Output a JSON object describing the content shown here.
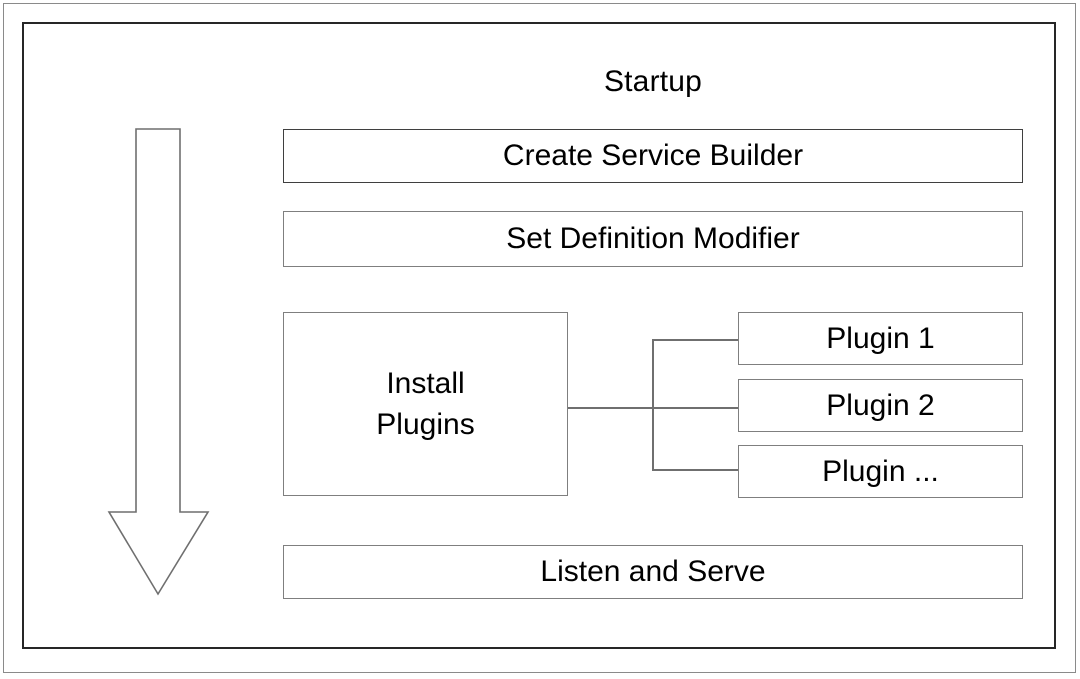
{
  "diagram": {
    "title": "Startup",
    "type": "flow-diagram",
    "colors": {
      "background": "#ffffff",
      "outer_frame_border": "#8a8a8a",
      "panel_border": "#262626",
      "box_border": "#7f7f7f",
      "connector": "#6f6f6f",
      "text": "#000000"
    },
    "steps": [
      {
        "id": "create-service-builder",
        "label": "Create Service Builder"
      },
      {
        "id": "set-definition-modifier",
        "label": "Set Definition Modifier"
      },
      {
        "id": "install-plugins",
        "label": "Install Plugins",
        "line1": "Install",
        "line2": "Plugins"
      },
      {
        "id": "listen-and-serve",
        "label": "Listen and Serve"
      }
    ],
    "plugins": [
      {
        "id": "plugin-1",
        "label": "Plugin 1"
      },
      {
        "id": "plugin-2",
        "label": "Plugin 2"
      },
      {
        "id": "plugin-3",
        "label": "Plugin ..."
      }
    ],
    "flow_arrow": {
      "name": "down-arrow",
      "direction": "down"
    }
  }
}
